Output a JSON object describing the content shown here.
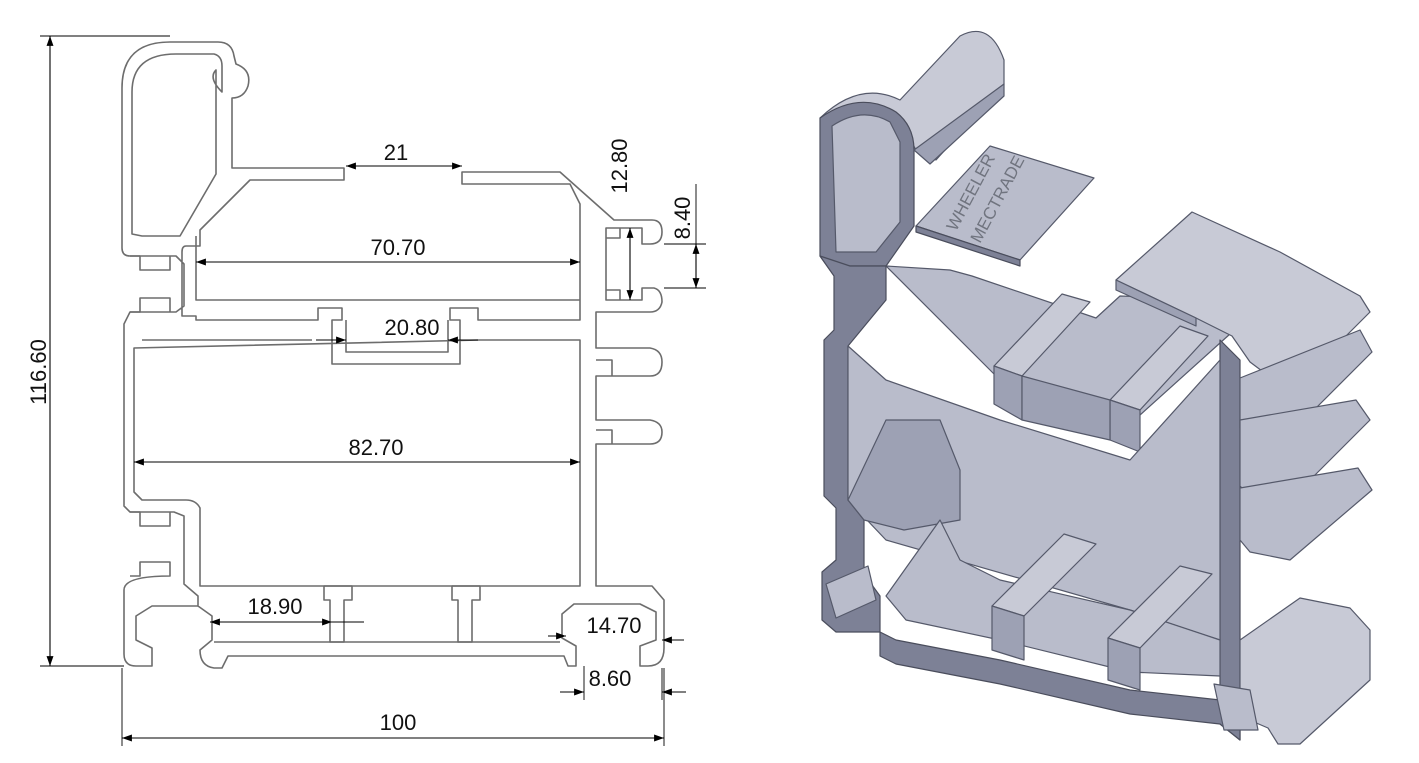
{
  "drawing": {
    "dimensions": {
      "overall_height": "116.60",
      "overall_width": "100",
      "top_gap": "21",
      "top_slot_height": "12.80",
      "right_slot_opening": "8.40",
      "upper_inner_width": "70.70",
      "center_channel_width": "20.80",
      "lower_inner_width": "82.70",
      "bottom_spacing": "18.90",
      "bottom_slot_width": "14.70",
      "bottom_slot_opening": "8.60"
    },
    "engraving": {
      "line1": "WHEELER",
      "line2": "MECTRADE"
    }
  },
  "colors": {
    "profile_stroke": "#6d6d6d",
    "dimension": "#000000",
    "metal_light": "#b9bccb",
    "metal_dark": "#7d8196"
  }
}
